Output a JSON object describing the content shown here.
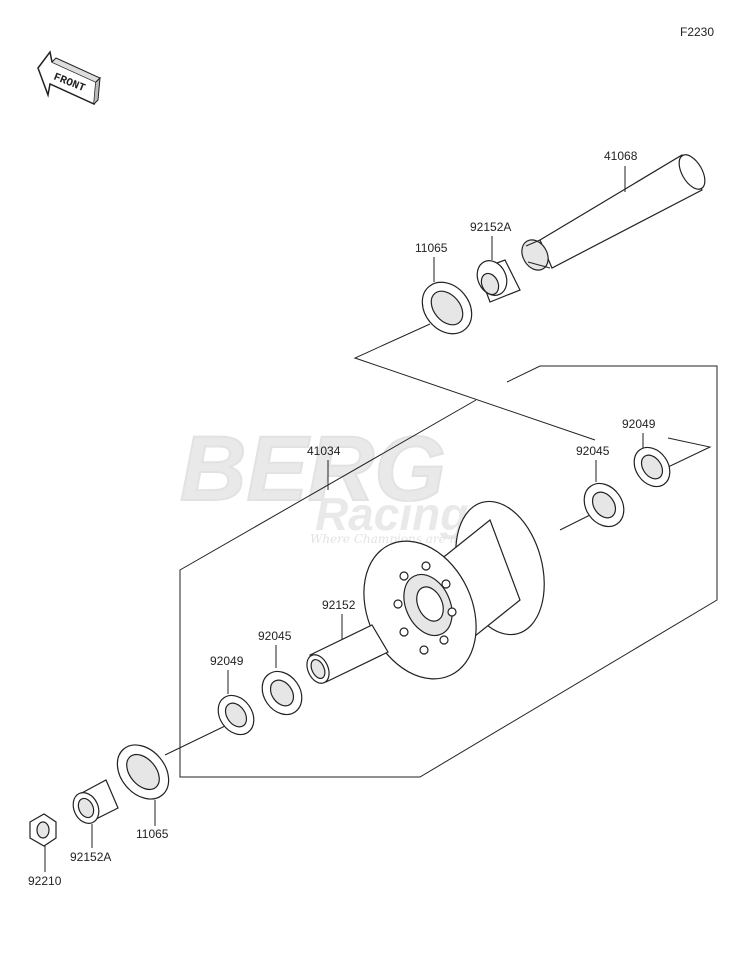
{
  "diagram": {
    "code": "F2230",
    "front_label": "FRONT",
    "watermark": {
      "line1": "BERG",
      "line2": "Racing",
      "tagline": "Where Champions are made"
    },
    "callouts": {
      "axle": "41068",
      "collar_top": "92152A",
      "seal_top": "11065",
      "hub": "41034",
      "oil_seal_right": "92049",
      "bearing_right": "92045",
      "spacer": "92152",
      "bearing_left": "92045",
      "oil_seal_left": "92049",
      "seal_bottom": "11065",
      "collar_bottom": "92152A",
      "nut": "92210"
    }
  }
}
